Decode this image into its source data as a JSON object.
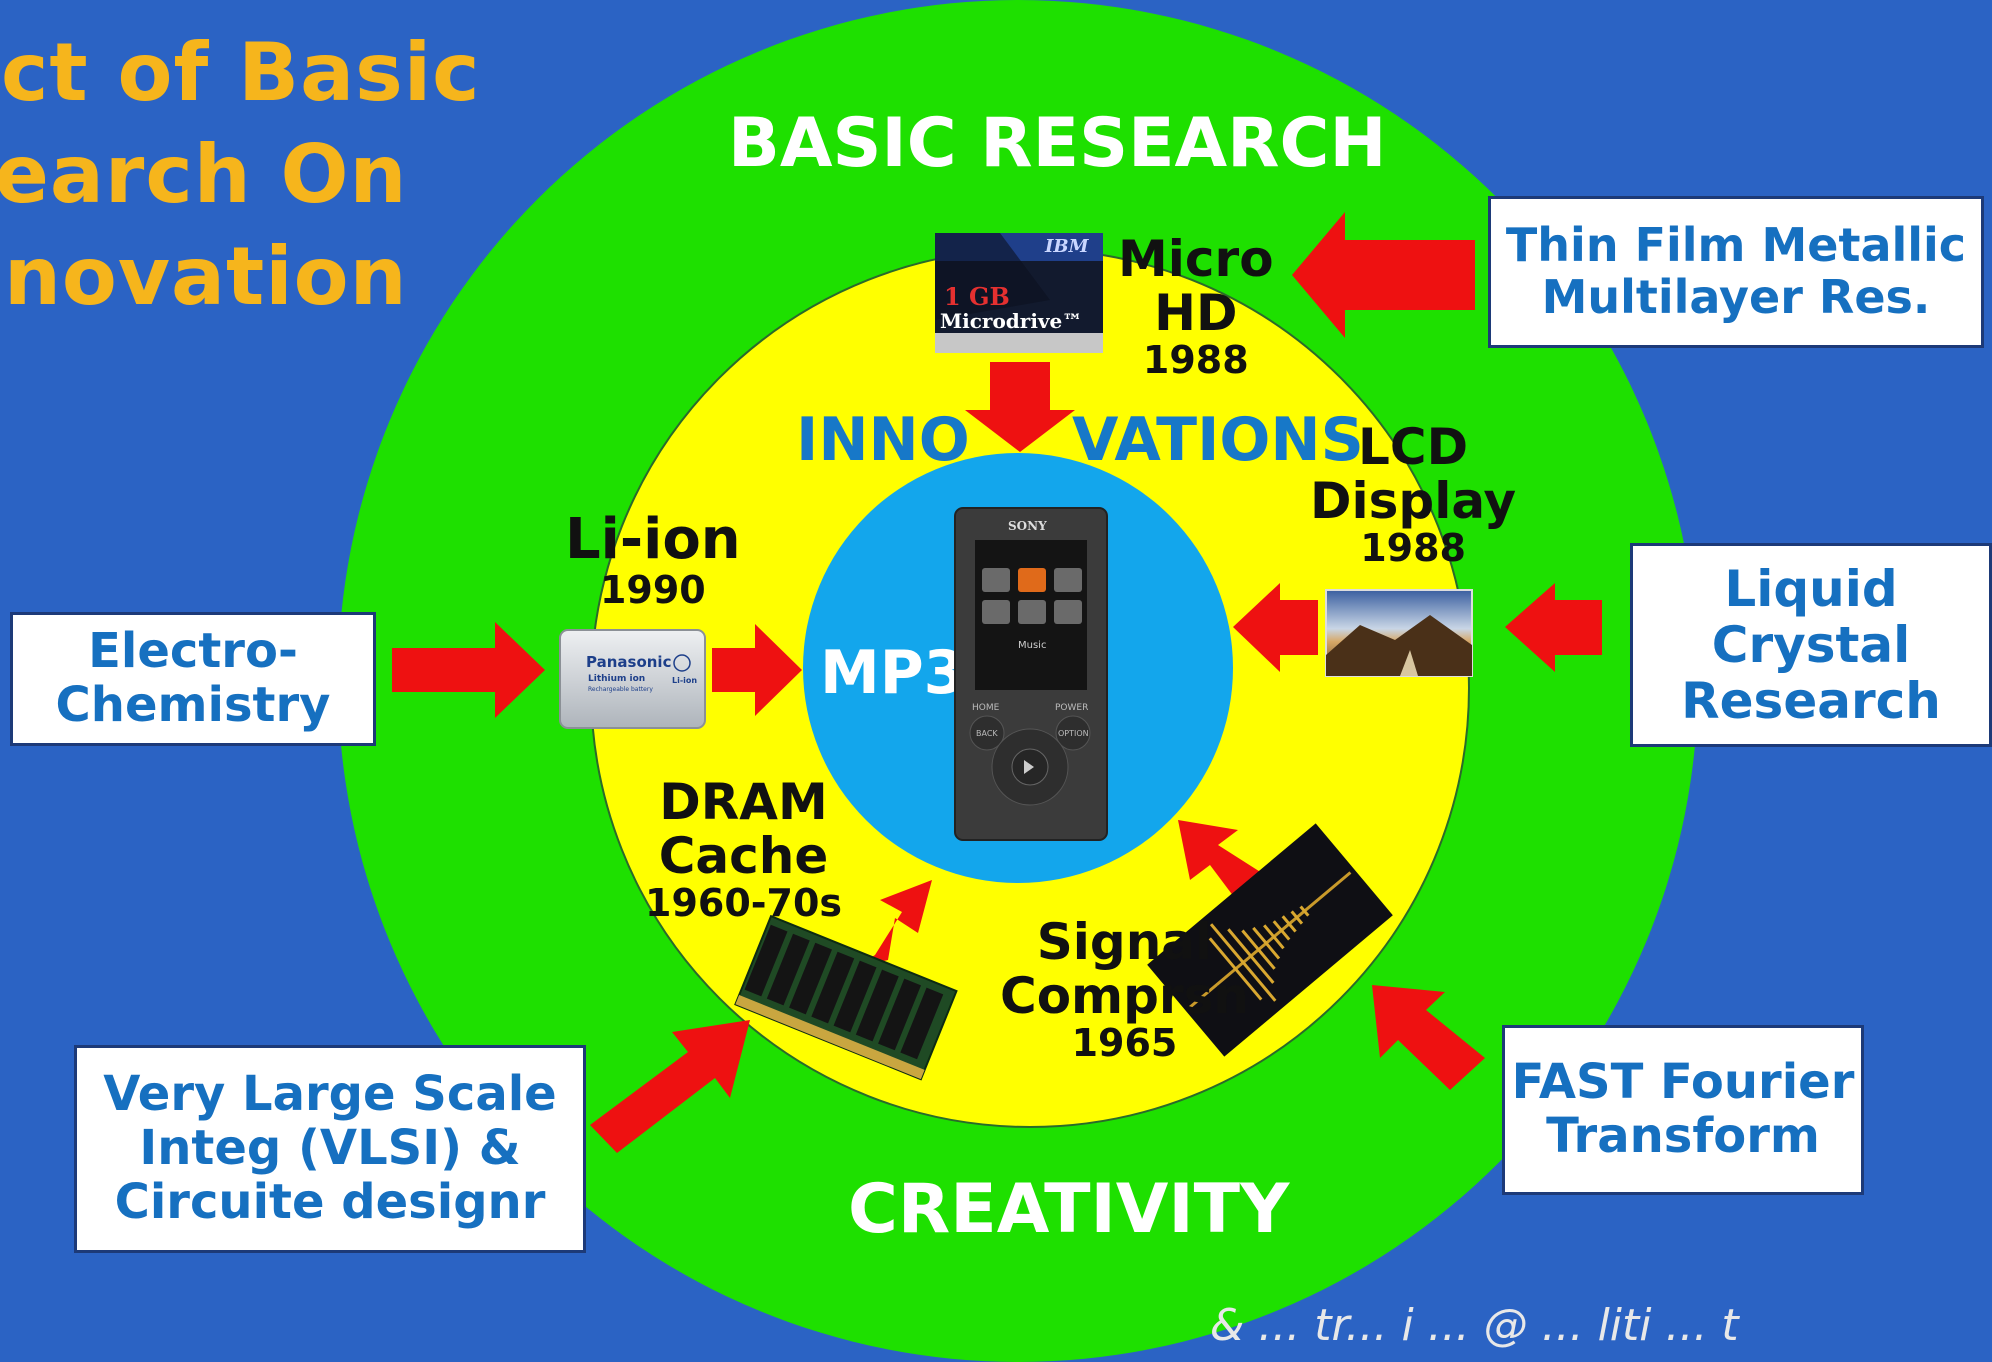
{
  "title_lines": [
    "act of Basic",
    "search On",
    "nnovation"
  ],
  "rings": {
    "basic_research": "BASIC RESEARCH",
    "innovations_left": "INNO",
    "innovations_right": "VATIONS",
    "creativity": "CREATIVITY",
    "center": "MP3"
  },
  "research_boxes": {
    "thin_film": [
      "Thin Film Metallic",
      "Multilayer Res."
    ],
    "liquid_crystal": [
      "Liquid",
      "Crystal",
      "Research"
    ],
    "electro_chemistry": [
      "Electro-",
      "Chemistry"
    ],
    "vlsi": [
      "Very Large Scale",
      "Integ (VLSI) &",
      "Circuite designr"
    ],
    "fft": [
      "FAST Fourier",
      "Transform"
    ]
  },
  "innovations": {
    "micro_hd": {
      "lines": [
        "Micro",
        "HD"
      ],
      "year": "1988"
    },
    "lcd": {
      "lines": [
        "LCD",
        "Display"
      ],
      "year": "1988"
    },
    "li_ion": {
      "lines": [
        "Li-ion"
      ],
      "year": "1990"
    },
    "dram": {
      "lines": [
        "DRAM",
        "Cache"
      ],
      "year": "1960-70s"
    },
    "signal": {
      "lines": [
        "Signal",
        "Comprsn"
      ],
      "year": "1965"
    }
  },
  "images": {
    "microdrive": {
      "brand": "IBM",
      "capacity": "1 GB",
      "name": "Microdrive™"
    },
    "battery": {
      "brand": "Panasonic",
      "line1": "Lithium ion",
      "line2": "Rechargeable battery",
      "tag": "Li-ion"
    },
    "player": {
      "brand": "SONY",
      "screen_label": "Music",
      "home": "HOME",
      "power": "POWER",
      "back": "BACK",
      "option": "OPTION"
    }
  },
  "footer": "&   ... tr... i ... @ ... liti ... t",
  "colors": {
    "background": "#2b63c4",
    "outer_ring": "#1ee000",
    "middle_ring": "#ffff00",
    "center": "#13a6ec",
    "arrow": "#ee1111",
    "title": "#f6b51c",
    "box_text": "#1670c0"
  }
}
